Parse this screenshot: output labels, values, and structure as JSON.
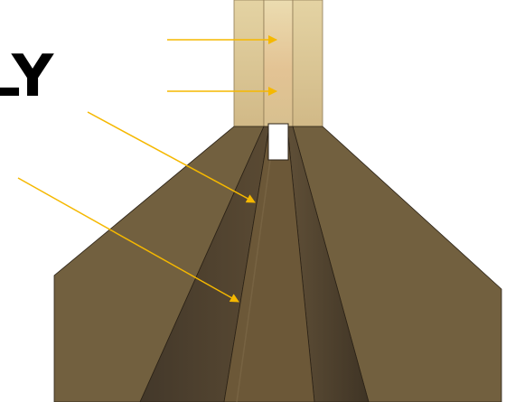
{
  "caption": {
    "text": "LY"
  },
  "colors": {
    "background": "#ffffff",
    "wall_panel_light": "#ead8a8",
    "wall_panel_mid": "#d8c090",
    "wall_glow": "#e8b878",
    "floor_outer": "#72603f",
    "floor_mid": "#6a5536",
    "groove_shadow": "#4a3d2a",
    "groove_dark": "#3e3322",
    "opening": "#ffffff",
    "arrow": "#f5b800",
    "outline": "#2b2216"
  },
  "arrows": [
    {
      "name": "arrow-wall-upper",
      "target": "wall-panel-center"
    },
    {
      "name": "arrow-wall-lower",
      "target": "wall-panel-center"
    },
    {
      "name": "arrow-floor-ridge-upper",
      "target": "floor-ridge"
    },
    {
      "name": "arrow-floor-ridge-lower",
      "target": "floor-ridge"
    }
  ]
}
